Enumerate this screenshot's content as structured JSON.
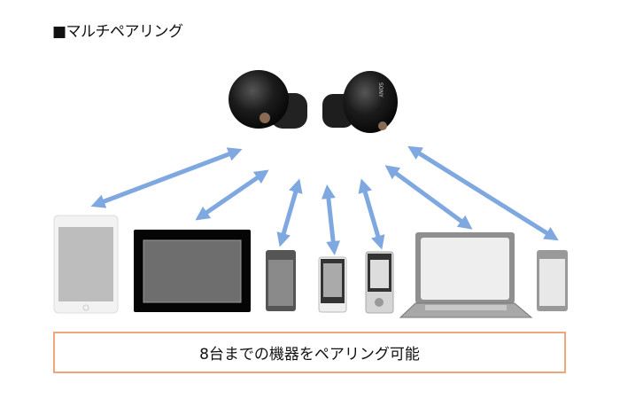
{
  "title": "■マルチペアリング",
  "caption": "8台までの機器をペアリング可能",
  "earbuds_brand": "SONY",
  "colors": {
    "arrow": "#7ea8df",
    "box_border": "#f0a87a"
  },
  "devices": [
    "tablet-white",
    "tablet-black",
    "smartphone",
    "smartphone",
    "music-player",
    "laptop",
    "smartphone"
  ]
}
